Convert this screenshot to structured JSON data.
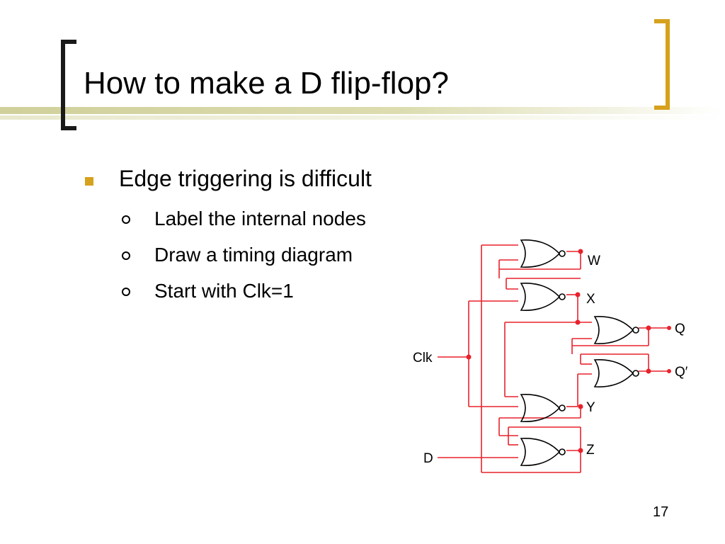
{
  "slide": {
    "title": "How to make a D flip-flop?",
    "bullet": "Edge triggering is difficult",
    "sub_bullets": [
      "Label the internal nodes",
      "Draw a timing diagram",
      "Start with Clk=1"
    ],
    "page_number": "17"
  },
  "diagram": {
    "inputs": {
      "clk": "Clk",
      "d": "D"
    },
    "nodes": {
      "w": "W",
      "x": "X",
      "y": "Y",
      "z": "Z"
    },
    "outputs": {
      "q": "Q",
      "q_bar": "Q′"
    },
    "gate_type": "NOR",
    "colors": {
      "wire": "#e8222b",
      "gate": "#000000",
      "accent": "#d6a11c"
    }
  }
}
